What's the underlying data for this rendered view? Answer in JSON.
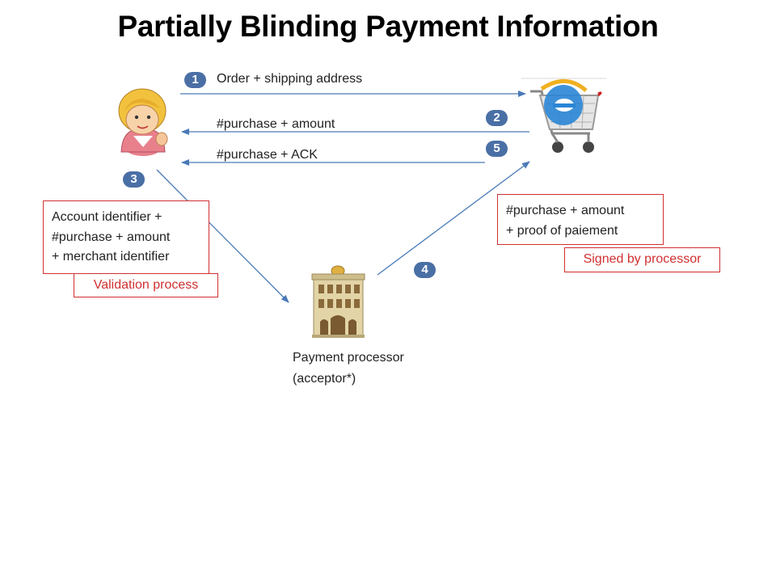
{
  "title": "Partially Blinding Payment Information",
  "steps": {
    "s1": {
      "num": "1",
      "label": "Order + shipping address"
    },
    "s2": {
      "num": "2",
      "label": "#purchase + amount"
    },
    "s5": {
      "num": "5",
      "label": "#purchase + ACK"
    },
    "s3": {
      "num": "3"
    },
    "s4": {
      "num": "4"
    }
  },
  "customer_box": [
    "Account identifier +",
    "#purchase + amount",
    "+ merchant identifier"
  ],
  "validation_label": "Validation process",
  "merchant_box": [
    "#purchase + amount",
    "+ proof of paiement"
  ],
  "signed_label": "Signed by processor",
  "processor_label": [
    "Payment processor",
    "(acceptor*)"
  ],
  "colors": {
    "arrow": "#4a7ab8",
    "badge": "#4a6fa5",
    "red": "#d03030"
  },
  "icons": {
    "customer": "person-icon",
    "merchant": "shopping-cart-icon",
    "processor": "bank-building-icon"
  }
}
